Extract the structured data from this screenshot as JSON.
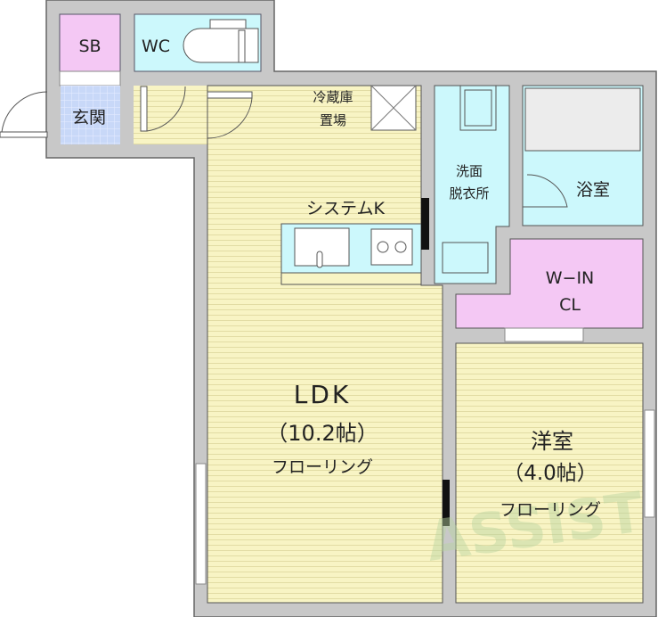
{
  "rooms": {
    "sb": "SB",
    "wc": "WC",
    "entrance": "玄関",
    "fridge_line1": "冷蔵庫",
    "fridge_line2": "置場",
    "kitchen": "システムK",
    "washroom_line1": "洗面",
    "washroom_line2": "脱衣所",
    "bath": "浴室",
    "closet_line1": "W−IN",
    "closet_line2": "CL",
    "ldk": "LDK",
    "ldk_size": "（10.2帖）",
    "ldk_floor": "フローリング",
    "western": "洋室",
    "western_size": "（4.0帖）",
    "western_floor": "フローリング"
  },
  "watermark": "ASSIST",
  "colors": {
    "wall": "#c8c8c8",
    "floor": "#f8f4c4",
    "wet": "#ccf8fc",
    "storage": "#f4c8f4",
    "tile": "#c8d8f8"
  }
}
